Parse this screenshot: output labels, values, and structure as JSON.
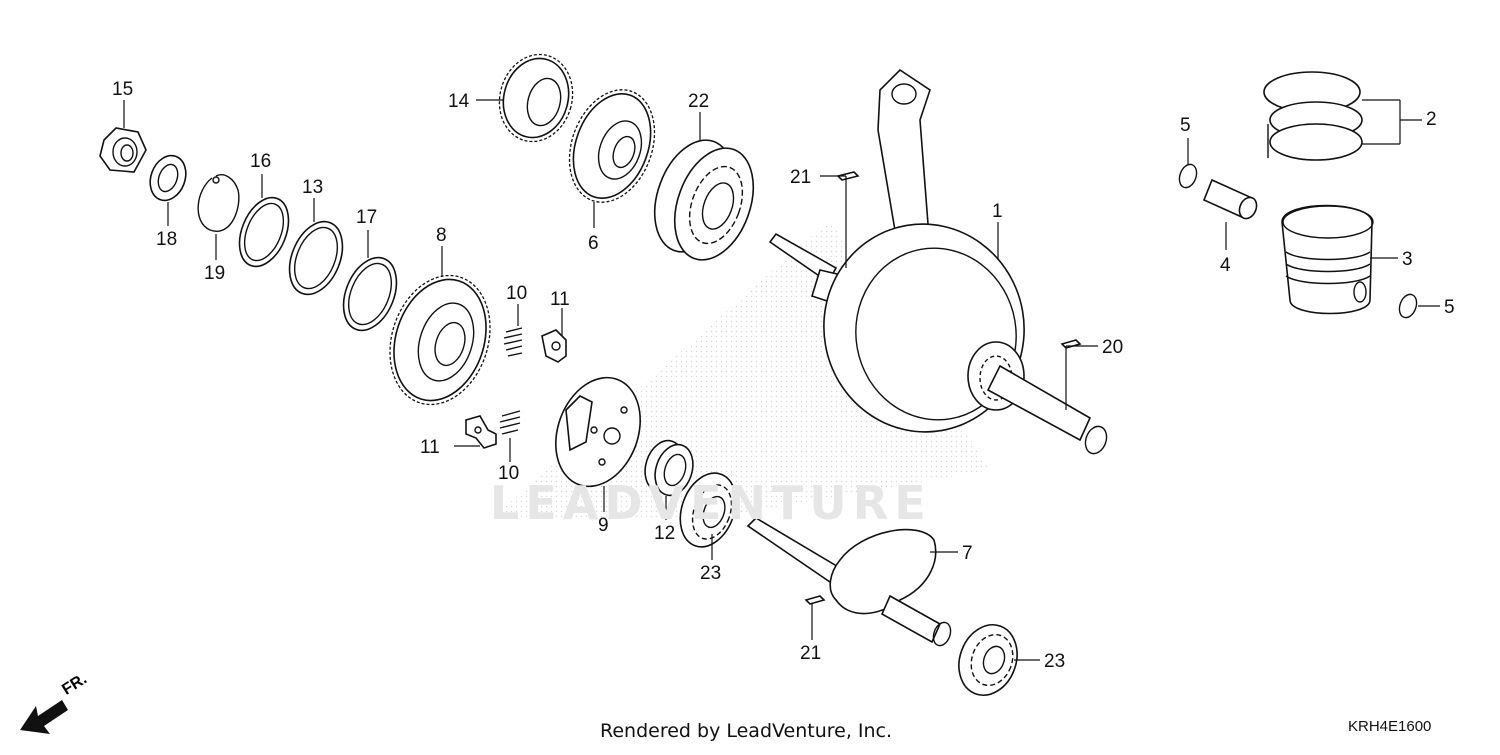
{
  "diagram": {
    "watermark": "LEADVENTURE",
    "footer": "Rendered by LeadVenture, Inc.",
    "code": "KRH4E1600",
    "direction": "FR.",
    "callouts": {
      "c1": "1",
      "c2": "2",
      "c3": "3",
      "c4": "4",
      "c5a": "5",
      "c5b": "5",
      "c6": "6",
      "c7": "7",
      "c8": "8",
      "c9": "9",
      "c10a": "10",
      "c10b": "10",
      "c11a": "11",
      "c11b": "11",
      "c12": "12",
      "c13": "13",
      "c14": "14",
      "c15": "15",
      "c16": "16",
      "c17": "17",
      "c18": "18",
      "c19": "19",
      "c20": "20",
      "c21a": "21",
      "c21b": "21",
      "c22": "22",
      "c23a": "23",
      "c23b": "23"
    }
  }
}
